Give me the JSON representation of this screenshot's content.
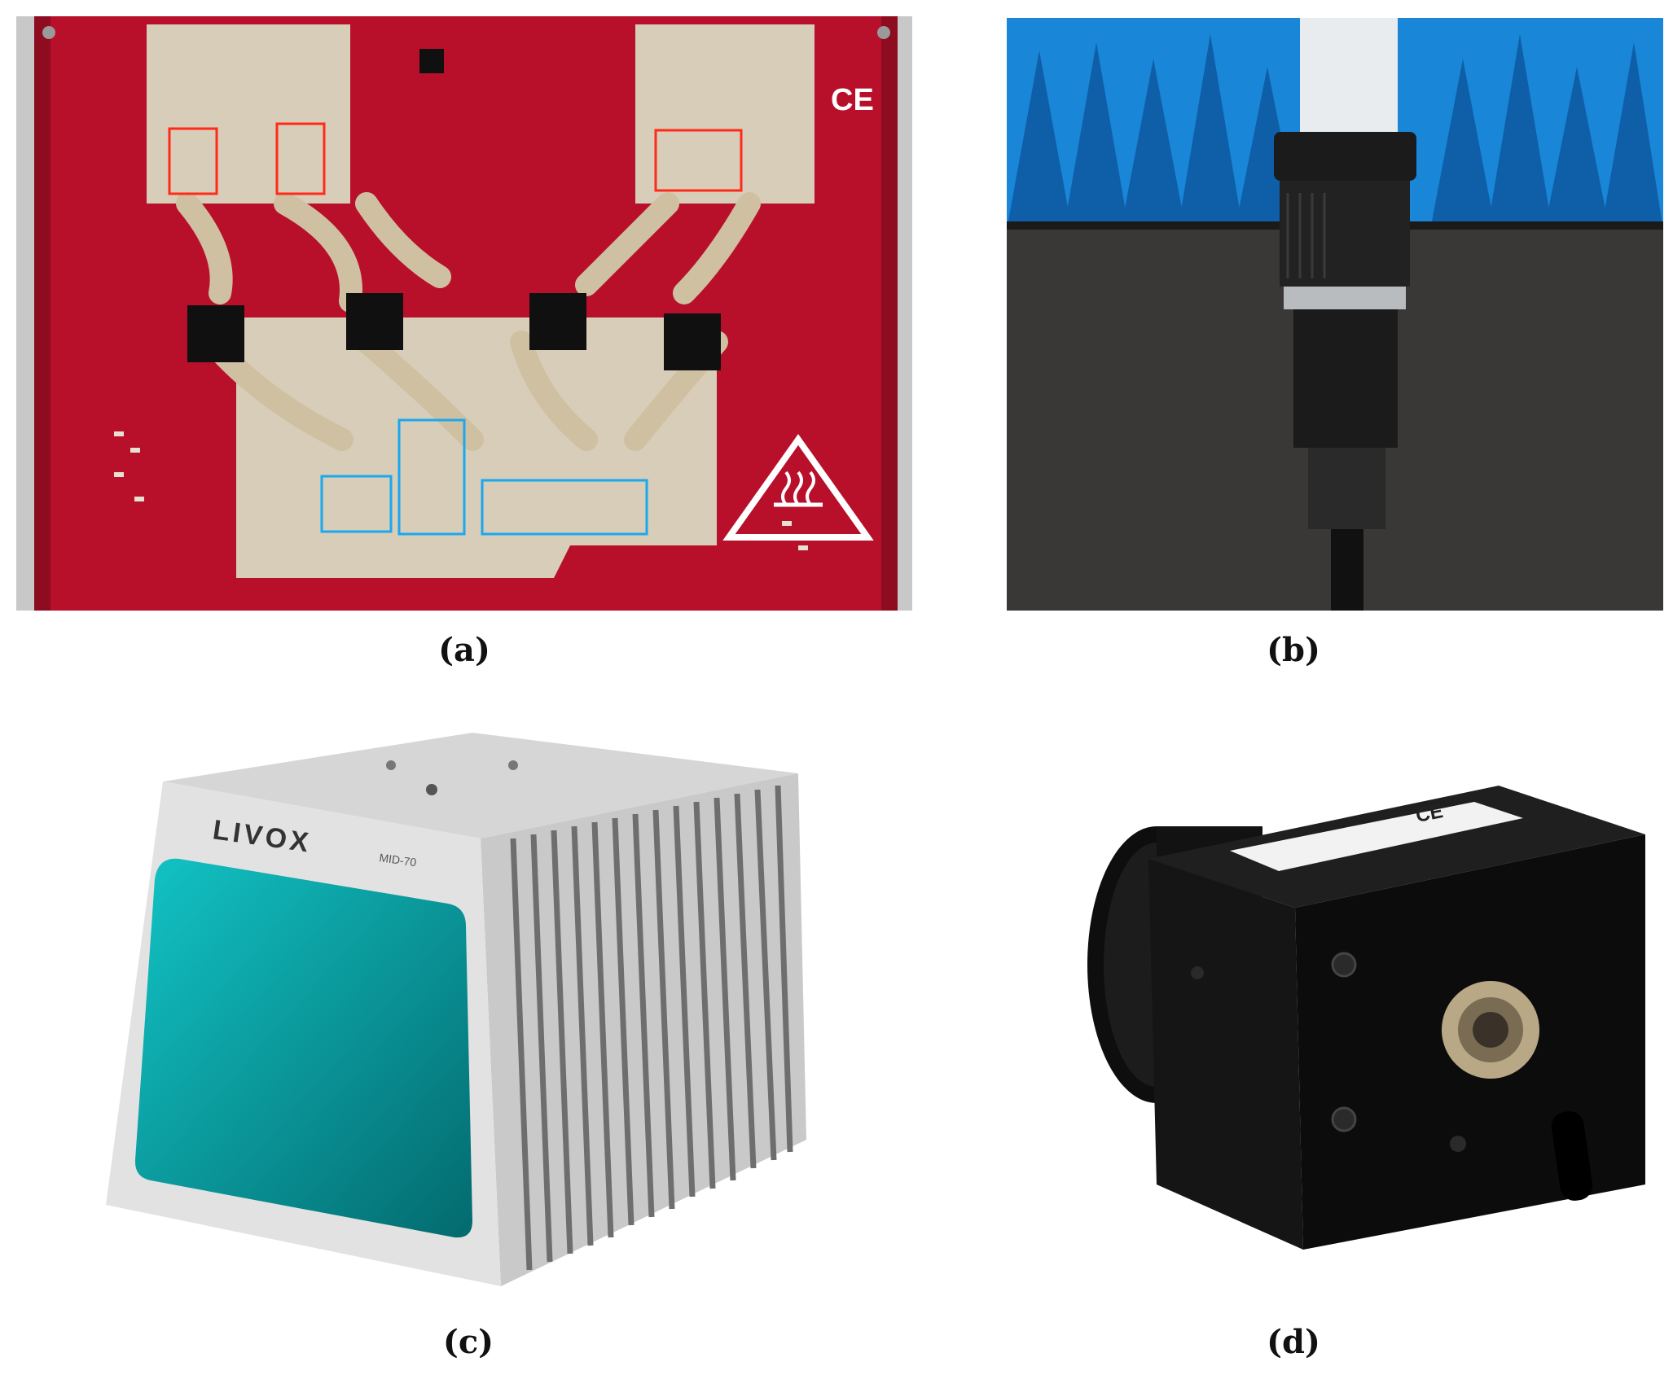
{
  "figure": {
    "panels": [
      {
        "id": "a",
        "caption": "(a)",
        "subject": "radar-pcb-board",
        "colors": {
          "board": "#b8102a",
          "copper": "#d8cdb8",
          "chip": "#101010",
          "red_box": "#ff2a1a",
          "blue_box": "#1aa8ee"
        },
        "marks": {
          "ce": "CE"
        }
      },
      {
        "id": "b",
        "caption": "(b)",
        "subject": "camera-with-lens-in-anechoic-chamber",
        "colors": {
          "absorber": "#1a86d8",
          "table": "#3a3836",
          "camera": "#1b1b1b"
        }
      },
      {
        "id": "c",
        "caption": "(c)",
        "subject": "lidar-unit",
        "colors": {
          "body": "#dcdcdc",
          "window": "#0aa0a4"
        },
        "labels": {
          "brand": "LIVOX",
          "model": "MID-70"
        }
      },
      {
        "id": "d",
        "caption": "(d)",
        "subject": "industrial-camera",
        "colors": {
          "body": "#141414",
          "label": "#f2f2f2",
          "connector": "#b9a886"
        },
        "labels": {
          "ce": "CE"
        }
      }
    ]
  }
}
